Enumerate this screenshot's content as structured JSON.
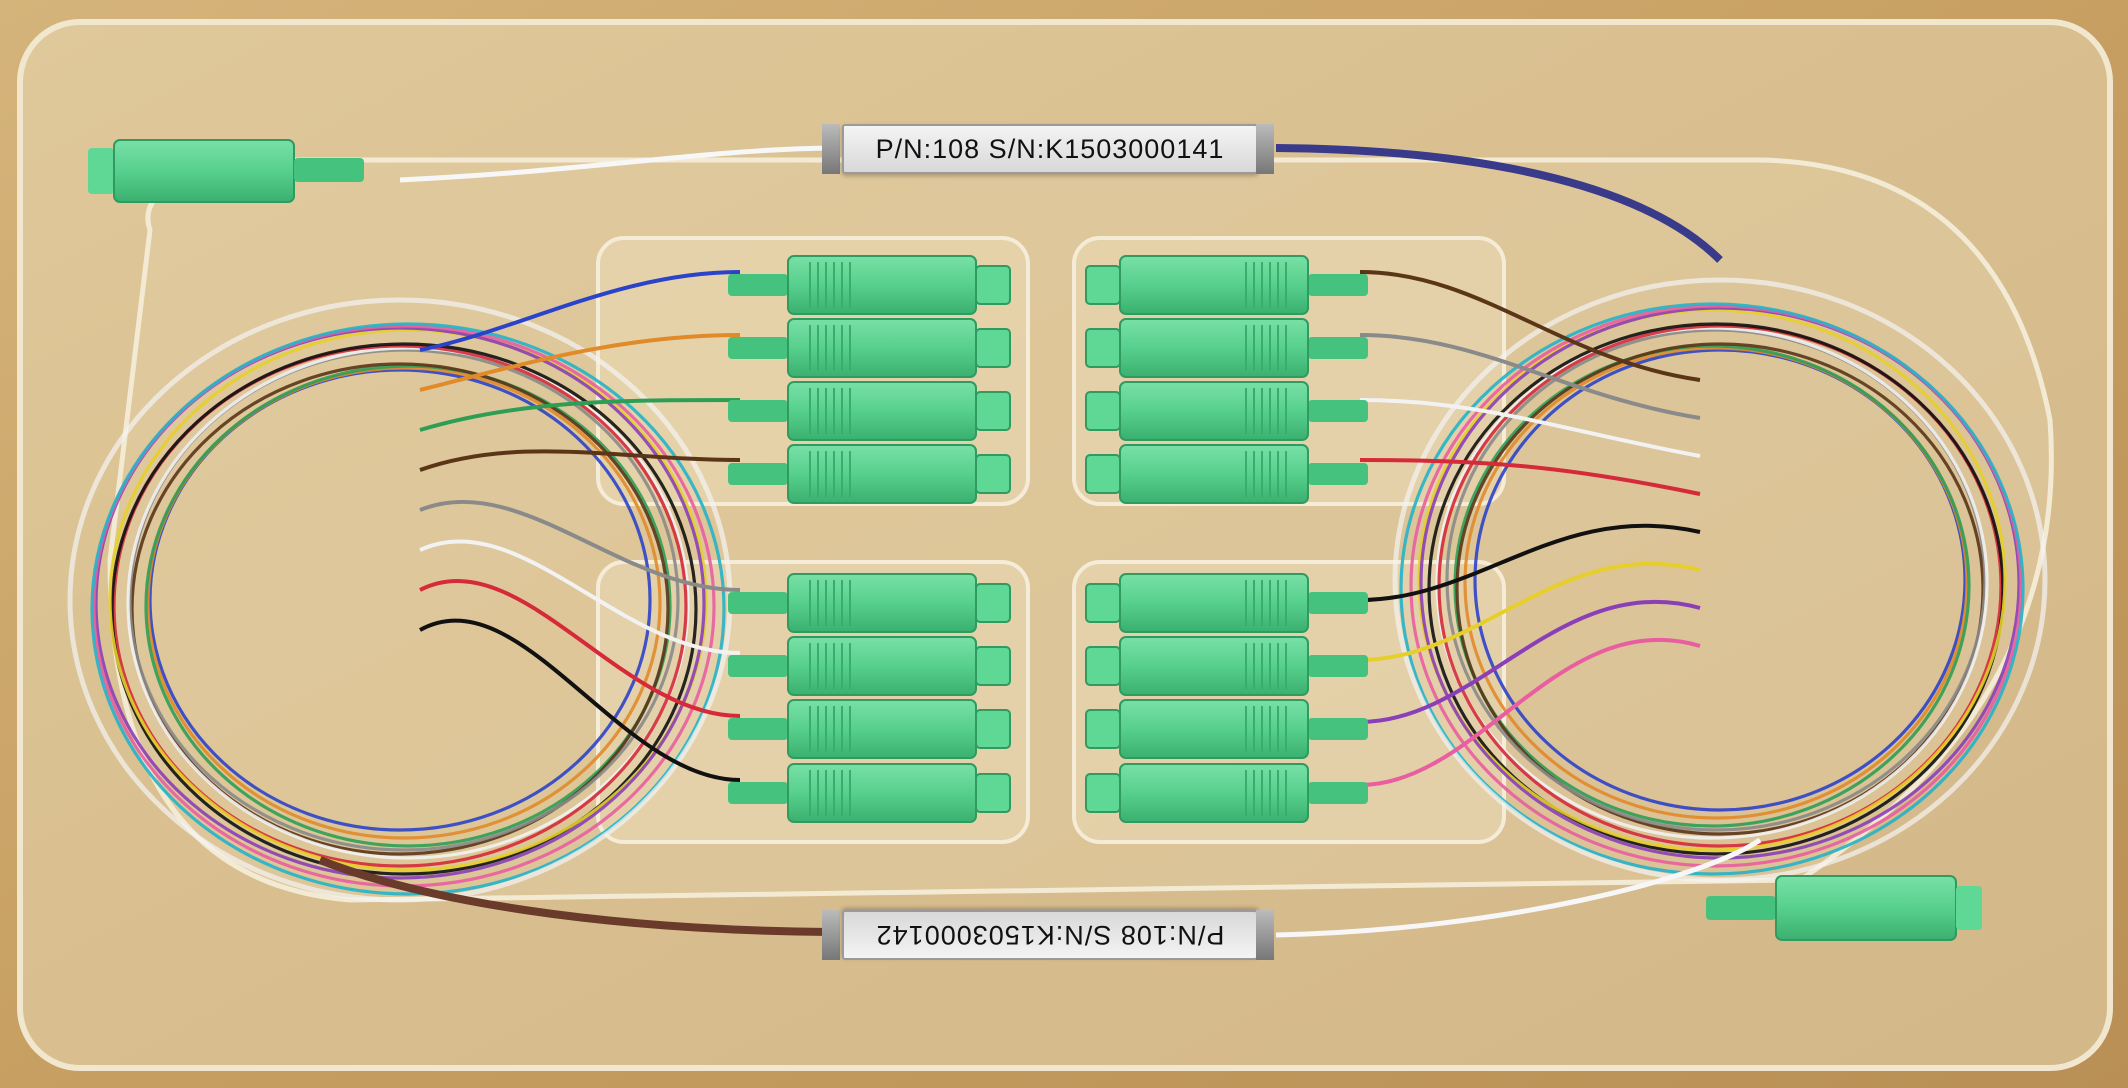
{
  "photo": {
    "subject": "PLC fiber optic splitter with SC/APC pigtail connectors in a clear plastic tray",
    "labels": [
      "P/N:108 S/N:K1503000141",
      "P/N:108 S/N:K1503000142"
    ]
  },
  "colors": {
    "board": "#c9a46a",
    "tray": "#e6d6b2",
    "connector": "#57d08d",
    "connector_dark": "#35a868",
    "fiber_colors": [
      "#2b43c9",
      "#e08a2a",
      "#2e9e55",
      "#5a3518",
      "#8a8a8a",
      "#f2f2f2",
      "#d42a3a",
      "#111111",
      "#e6cf2a",
      "#8a3fb8",
      "#e85ea0",
      "#25b3c9"
    ]
  }
}
